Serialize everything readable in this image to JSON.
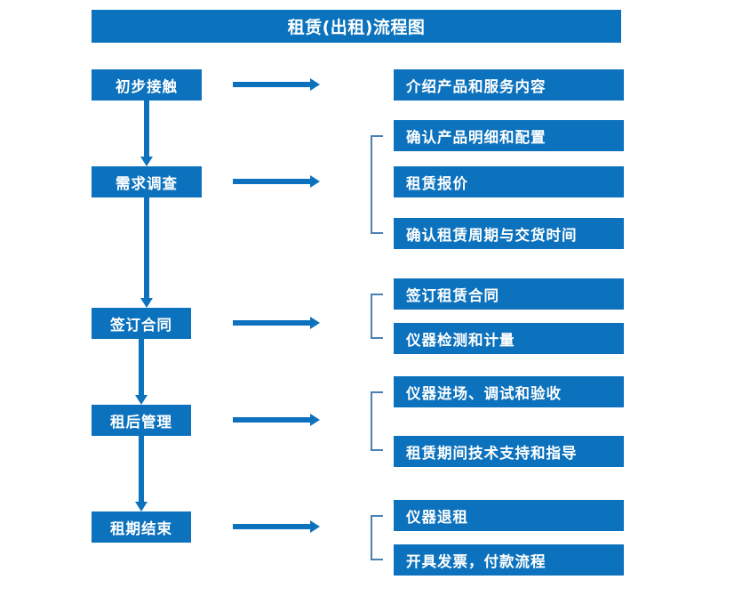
{
  "chart_data": {
    "type": "diagram",
    "title": "租赁(出租)流程图",
    "diagram_kind": "flowchart",
    "orientation": "vertical-stages-with-right-details",
    "stages": [
      {
        "id": "stage-1",
        "label": "初步接触",
        "details": [
          "介绍产品和服务内容"
        ],
        "bracketed": false
      },
      {
        "id": "stage-2",
        "label": "需求调查",
        "details": [
          "确认产品明细和配置",
          "租赁报价",
          "确认租赁周期与交货时间"
        ],
        "bracketed": true
      },
      {
        "id": "stage-3",
        "label": "签订合同",
        "details": [
          "签订租赁合同",
          "仪器检测和计量"
        ],
        "bracketed": true
      },
      {
        "id": "stage-4",
        "label": "租后管理",
        "details": [
          "仪器进场、调试和验收",
          "租赁期间技术支持和指导"
        ],
        "bracketed": true
      },
      {
        "id": "stage-5",
        "label": "租期结束",
        "details": [
          "仪器退租",
          "开具发票，付款流程"
        ],
        "bracketed": true
      }
    ]
  },
  "header": {
    "title": "租赁(出租)流程图"
  },
  "stages": [
    {
      "label": "初步接触"
    },
    {
      "label": "需求调查"
    },
    {
      "label": "签订合同"
    },
    {
      "label": "租后管理"
    },
    {
      "label": "租期结束"
    }
  ],
  "details": [
    {
      "label": "介绍产品和服务内容"
    },
    {
      "label": "确认产品明细和配置"
    },
    {
      "label": "租赁报价"
    },
    {
      "label": "确认租赁周期与交货时间"
    },
    {
      "label": "签订租赁合同"
    },
    {
      "label": "仪器检测和计量"
    },
    {
      "label": "仪器进场、调试和验收"
    },
    {
      "label": "租赁期间技术支持和指导"
    },
    {
      "label": "仪器退租"
    },
    {
      "label": "开具发票，付款流程"
    }
  ],
  "colors": {
    "box_fill": "#0d72bd",
    "title_fill": "#0b72bd",
    "box_text": "#ffffff",
    "arrow": "#0d72bd",
    "bracket": "#4a7fb5",
    "background": "#ffffff"
  }
}
